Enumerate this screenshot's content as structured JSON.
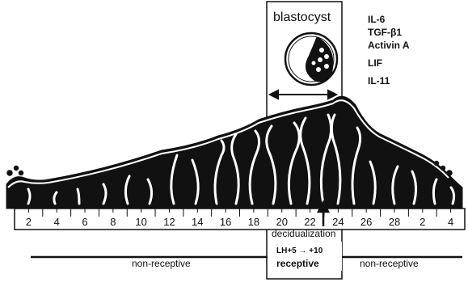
{
  "colors": {
    "ink": "#111111",
    "paper": "#ffffff"
  },
  "labels": {
    "blastocyst": "blastocyst",
    "decidualization": "decidualization",
    "lh_window": "LH+5 → +10",
    "receptive": "receptive",
    "non_receptive_left": "non-receptive",
    "non_receptive_right": "non-receptive"
  },
  "cytokines": [
    "IL-6",
    "TGF-β1",
    "Activin A",
    "LIF",
    "IL-11"
  ],
  "cycle_days": [
    "2",
    "4",
    "6",
    "8",
    "10",
    "12",
    "14",
    "16",
    "18",
    "20",
    "22",
    "24",
    "26",
    "28",
    "2",
    "4"
  ]
}
